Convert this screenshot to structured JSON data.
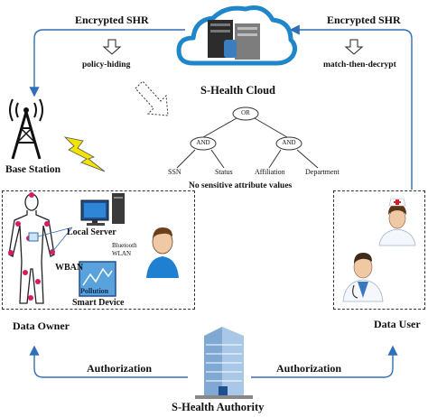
{
  "cloud": {
    "label": "S-Health Cloud"
  },
  "left_flow": {
    "label": "Encrypted SHR",
    "step": "policy-hiding"
  },
  "right_flow": {
    "label": "Encrypted SHR",
    "step": "match-then-decrypt"
  },
  "base_station": {
    "label": "Base Station"
  },
  "policy_tree": {
    "root": "OR",
    "left_node": "AND",
    "right_node": "AND",
    "leaves": [
      "SSN",
      "Status",
      "Affiliation",
      "Department"
    ],
    "caption": "No sensitive attribute values"
  },
  "data_owner": {
    "label": "Data Owner",
    "local_server": "Local Server",
    "wban": "WBAN",
    "bluetooth_line1": "Bluetooth",
    "bluetooth_line2": "WLAN",
    "smart_device": "Smart Device",
    "pollution": "Pollution"
  },
  "data_user": {
    "label": "Data User"
  },
  "authority": {
    "label": "S-Health Authority"
  },
  "authorization_left": "Authorization",
  "authorization_right": "Authorization",
  "colors": {
    "arrow": "#2e6fb7",
    "cloud": "#1e86c9",
    "lightning": "#f2e300",
    "sensor": "#d81b60"
  }
}
